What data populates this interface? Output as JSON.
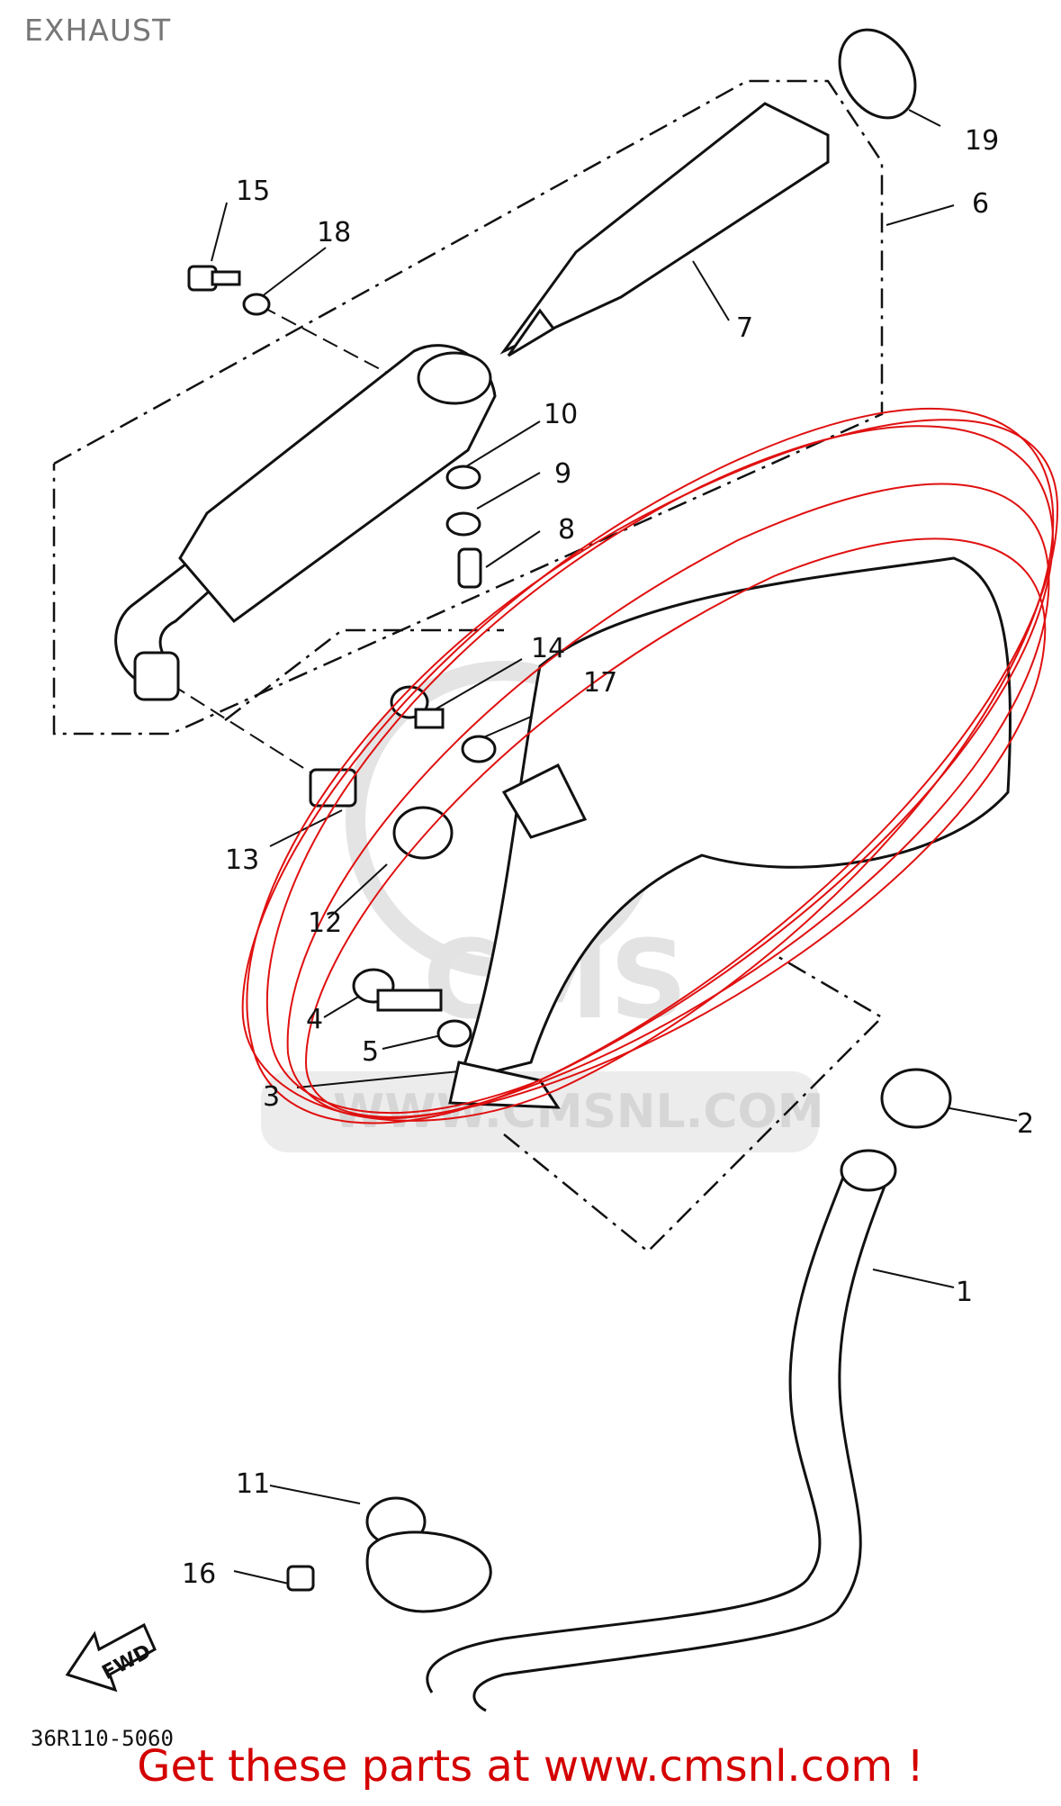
{
  "header": {
    "title": "EXHAUST"
  },
  "diagram": {
    "callouts": [
      "1",
      "2",
      "3",
      "4",
      "5",
      "6",
      "7",
      "8",
      "9",
      "10",
      "11",
      "12",
      "13",
      "14",
      "15",
      "16",
      "17",
      "18",
      "19"
    ],
    "fwd_label": "FWD",
    "ref_number": "36R110-5060",
    "watermark": {
      "brand": "CMS",
      "url": "WWW.CMSNL.COM"
    }
  },
  "footer": {
    "promo": "Get these parts at www.cmsnl.com !"
  },
  "colors": {
    "title": "#777777",
    "line": "#111111",
    "scribble": "#e01010",
    "promo": "#d40000",
    "watermark": "#dddddd"
  }
}
